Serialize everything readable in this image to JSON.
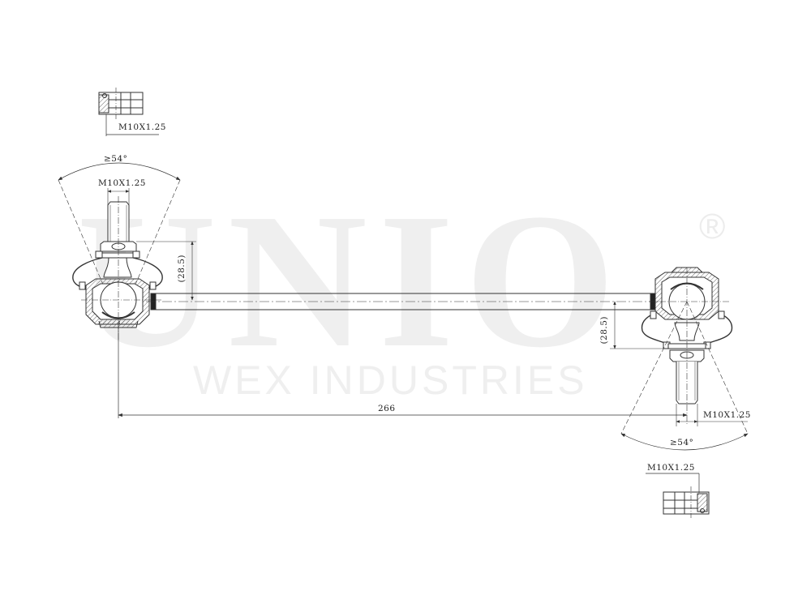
{
  "watermark": {
    "logo": "UNIO",
    "registered": "®",
    "subtitle": "WEX INDUSTRIES",
    "color": "#efefef"
  },
  "drawing": {
    "part": "stabilizer link",
    "line_color": "#333333",
    "overall_length": "266",
    "left_end": {
      "nut_thread": "M10X1.25",
      "stud_thread": "M10X1.25",
      "swing_angle": "≥54°",
      "height_offset": "(28.5)"
    },
    "right_end": {
      "nut_thread": "M10X1.25",
      "stud_thread": "M10X1.25",
      "swing_angle": "≥54°",
      "height_offset": "(28.5)"
    }
  }
}
